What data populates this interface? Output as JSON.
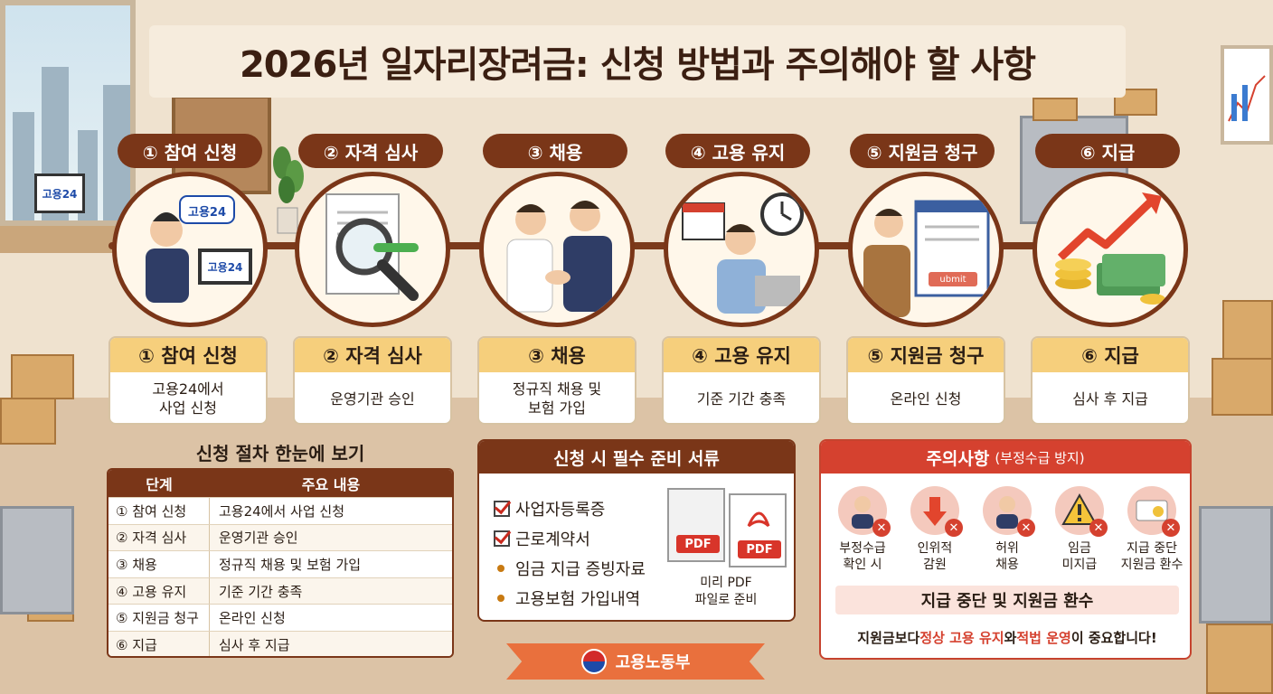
{
  "title": "2026년 일자리장려금: 신청 방법과 주의해야 할 사항",
  "scene": {
    "monitor_logo": "고용24",
    "bubble_logo": "고용24",
    "laptop_logo": "고용24",
    "submit_button": "ubmit"
  },
  "steps": [
    {
      "pill": "① 참여 신청",
      "title": "① 참여 신청",
      "desc": "고용24에서\n사업 신청"
    },
    {
      "pill": "② 자격 심사",
      "title": "② 자격 심사",
      "desc": "운영기관 승인"
    },
    {
      "pill": "③ 채용",
      "title": "③ 채용",
      "desc": "정규직 채용 및\n보험 가입"
    },
    {
      "pill": "④ 고용 유지",
      "title": "④ 고용 유지",
      "desc": "기준 기간 충족"
    },
    {
      "pill": "⑤ 지원금 청구",
      "title": "⑤ 지원금 청구",
      "desc": "온라인 신청"
    },
    {
      "pill": "⑥ 지급",
      "title": "⑥ 지급",
      "desc": "심사 후 지급"
    }
  ],
  "summary": {
    "title": "신청 절차 한눈에 보기",
    "headers": [
      "단계",
      "주요 내용"
    ],
    "rows": [
      [
        "① 참여 신청",
        "고용24에서 사업 신청"
      ],
      [
        "② 자격 심사",
        "운영기관 승인"
      ],
      [
        "③ 채용",
        "정규직 채용 및 보험 가입"
      ],
      [
        "④ 고용 유지",
        "기준 기간 충족"
      ],
      [
        "⑤ 지원금 청구",
        "온라인 신청"
      ],
      [
        "⑥ 지급",
        "심사 후 지급"
      ]
    ]
  },
  "documents": {
    "title": "신청 시 필수 준비 서류",
    "items": [
      {
        "label": "사업자등록증",
        "marker": "check"
      },
      {
        "label": "근로계약서",
        "marker": "check"
      },
      {
        "label": "임금 지급 증빙자료",
        "marker": "dot"
      },
      {
        "label": "고용보험 가입내역",
        "marker": "dot"
      }
    ],
    "pdf_tags": [
      "PDF",
      "PDF"
    ],
    "pdf_note": "미리 PDF\n파일로 준비"
  },
  "warning": {
    "title": "주의사항",
    "subtitle": "(부정수급 방지)",
    "items": [
      {
        "label": "부정수급\n확인 시",
        "icon": "person-icon"
      },
      {
        "label": "인위적\n감원",
        "icon": "down-arrow-icon"
      },
      {
        "label": "허위\n채용",
        "icon": "person-icon"
      },
      {
        "label": "임금\n미지급",
        "icon": "alert-icon"
      },
      {
        "label": "지급 중단\n지원금 환수",
        "icon": "card-icon"
      }
    ],
    "bar": "지급 중단 및 지원금 환수",
    "footer": {
      "p1": "지원금보다 ",
      "h1": "정상 고용 유지",
      "p2": "와 ",
      "h2": "적법 운영",
      "p3": "이 중요합니다!"
    }
  },
  "ministry": "고용노동부",
  "colors": {
    "brown": "#7a3618",
    "card_head": "#f6cf7c",
    "warn_red": "#d5412f",
    "ribbon": "#e9703d"
  }
}
